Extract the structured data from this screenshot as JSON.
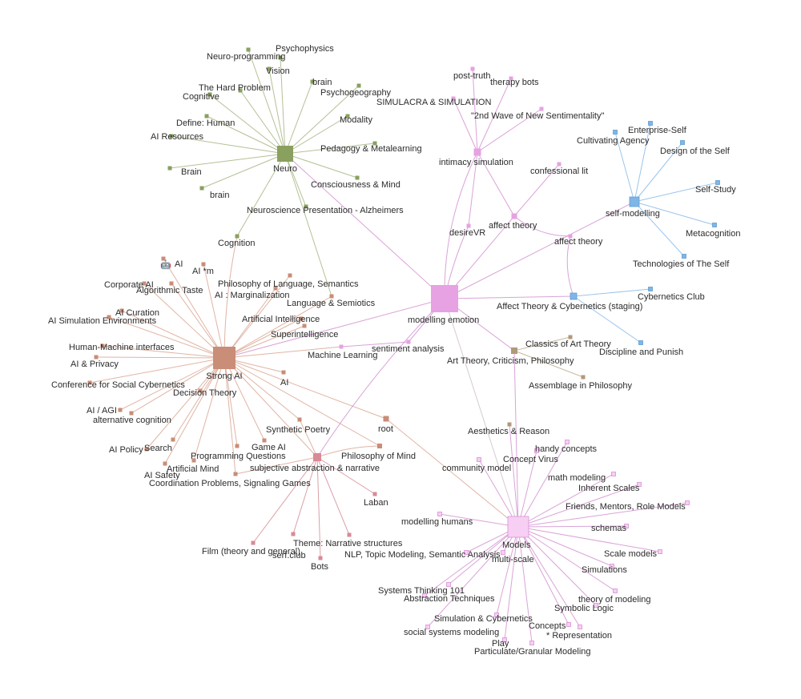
{
  "colors": {
    "green": "#8aa05f",
    "green_edge": "#9aac73",
    "salmon": "#c98d78",
    "salmon_edge": "#d59b86",
    "pink": "#e6a2e2",
    "pink_edge": "#cd84cb",
    "light_pink": "#f7cff4",
    "blue": "#7fb6e6",
    "blue_edge": "#79b2e3",
    "olive": "#b09a78",
    "olive_edge": "#b6a282",
    "rose": "#d88a96",
    "rose_edge": "#cf7f88",
    "grey_edge": "#c9b7c4"
  },
  "graph": {
    "nodes": [
      {
        "id": "neuro",
        "label": "Neuro",
        "group": "green",
        "hub": true
      },
      {
        "id": "psychophysics",
        "label": "Psychophysics",
        "group": "green"
      },
      {
        "id": "neuro-programming",
        "label": "Neuro-programming",
        "group": "green"
      },
      {
        "id": "vision",
        "label": "Vision",
        "group": "green"
      },
      {
        "id": "brain-1",
        "label": "brain",
        "group": "green"
      },
      {
        "id": "hard-problem",
        "label": "The Hard Problem",
        "group": "green"
      },
      {
        "id": "psychogeography",
        "label": "Psychogeography",
        "group": "green"
      },
      {
        "id": "cognitive",
        "label": "Cognitive",
        "group": "green"
      },
      {
        "id": "modality",
        "label": "Modality",
        "group": "green"
      },
      {
        "id": "define-human",
        "label": "Define: Human",
        "group": "green"
      },
      {
        "id": "ai-resources",
        "label": "AI Resources",
        "group": "green"
      },
      {
        "id": "pedagogy",
        "label": "Pedagogy & Metalearning",
        "group": "green"
      },
      {
        "id": "brain-cap",
        "label": "Brain",
        "group": "green"
      },
      {
        "id": "consciousness",
        "label": "Consciousness & Mind",
        "group": "green"
      },
      {
        "id": "brain-2",
        "label": "brain",
        "group": "green"
      },
      {
        "id": "neuro-alz",
        "label": "Neuroscience Presentation - Alzheimers",
        "group": "green"
      },
      {
        "id": "cognition",
        "label": "Cognition",
        "group": "green"
      },
      {
        "id": "strong-ai",
        "label": "Strong AI",
        "group": "salmon",
        "hub": true
      },
      {
        "id": "ai-robot",
        "label": "AI",
        "group": "salmon"
      },
      {
        "id": "ai-m",
        "label": "AI *m",
        "group": "salmon"
      },
      {
        "id": "corporate-ai",
        "label": "Corporate AI",
        "group": "salmon"
      },
      {
        "id": "algorithmic-taste",
        "label": "Algorithmic Taste",
        "group": "salmon"
      },
      {
        "id": "phil-language",
        "label": "Philosophy of Language, Semantics",
        "group": "salmon"
      },
      {
        "id": "ai-marginalization",
        "label": "AI : Marginalization",
        "group": "salmon"
      },
      {
        "id": "ai-curation",
        "label": "AI Curation",
        "group": "salmon"
      },
      {
        "id": "ai-sim-env",
        "label": "AI Simulation Environments",
        "group": "salmon"
      },
      {
        "id": "language-semiotics",
        "label": "Language & Semiotics",
        "group": "salmon"
      },
      {
        "id": "artificial-intelligence",
        "label": "Artificial Intelligence",
        "group": "salmon"
      },
      {
        "id": "superintelligence",
        "label": "Superintelligence",
        "group": "salmon"
      },
      {
        "id": "human-machine",
        "label": "Human-Machine interfaces",
        "group": "salmon"
      },
      {
        "id": "ai-privacy",
        "label": "AI & Privacy",
        "group": "salmon"
      },
      {
        "id": "ai-plain",
        "label": "AI",
        "group": "salmon"
      },
      {
        "id": "conf-social-cyb",
        "label": "Conference for Social Cybernetics",
        "group": "salmon"
      },
      {
        "id": "decision-theory",
        "label": "Decision Theory",
        "group": "salmon"
      },
      {
        "id": "ai-agi",
        "label": "AI / AGI",
        "group": "salmon"
      },
      {
        "id": "alt-cognition",
        "label": "alternative cognition",
        "group": "salmon"
      },
      {
        "id": "synthetic-poetry",
        "label": "Synthetic Poetry",
        "group": "salmon"
      },
      {
        "id": "search",
        "label": "Search",
        "group": "salmon"
      },
      {
        "id": "ai-policy",
        "label": "AI Policy",
        "group": "salmon"
      },
      {
        "id": "game-ai",
        "label": "Game AI",
        "group": "salmon"
      },
      {
        "id": "programming-q",
        "label": "Programming Questions",
        "group": "salmon"
      },
      {
        "id": "artificial-mind",
        "label": "Artificial Mind",
        "group": "salmon"
      },
      {
        "id": "ai-safety",
        "label": "AI Safety",
        "group": "salmon"
      },
      {
        "id": "coordination",
        "label": "Coordination Problems, Signaling Games",
        "group": "salmon"
      },
      {
        "id": "phil-mind",
        "label": "Philosophy of Mind",
        "group": "salmon"
      },
      {
        "id": "root",
        "label": "root",
        "group": "salmon"
      },
      {
        "id": "subjective",
        "label": "subjective abstraction & narrative",
        "group": "rose"
      },
      {
        "id": "laban",
        "label": "Laban",
        "group": "rose"
      },
      {
        "id": "film",
        "label": "Film (theory and general)",
        "group": "rose"
      },
      {
        "id": "serf-club",
        "label": "serf.club",
        "group": "rose"
      },
      {
        "id": "narrative",
        "label": "Theme: Narrative structures",
        "group": "rose"
      },
      {
        "id": "bots",
        "label": "Bots",
        "group": "rose"
      },
      {
        "id": "modelling-emotion",
        "label": "modelling emotion",
        "group": "pink",
        "hub": true
      },
      {
        "id": "post-truth",
        "label": "post-truth",
        "group": "pink"
      },
      {
        "id": "therapy-bots",
        "label": "therapy bots",
        "group": "pink"
      },
      {
        "id": "simulacra",
        "label": "SIMULACRA & SIMULATION",
        "group": "pink"
      },
      {
        "id": "second-wave",
        "label": "\"2nd Wave of New Sentimentality\"",
        "group": "pink"
      },
      {
        "id": "intimacy",
        "label": "intimacy simulation",
        "group": "pink"
      },
      {
        "id": "confessional",
        "label": "confessional lit",
        "group": "pink"
      },
      {
        "id": "desirevr",
        "label": "desireVR",
        "group": "pink"
      },
      {
        "id": "affect-theory-1",
        "label": "affect theory",
        "group": "pink"
      },
      {
        "id": "affect-theory-2",
        "label": "affect theory",
        "group": "pink"
      },
      {
        "id": "machine-learning",
        "label": "Machine Learning",
        "group": "pink"
      },
      {
        "id": "sentiment",
        "label": "sentiment analysis",
        "group": "pink"
      },
      {
        "id": "self-modelling",
        "label": "self-modelling",
        "group": "blue",
        "hub": true
      },
      {
        "id": "enterprise-self",
        "label": "Enterprise-Self",
        "group": "blue"
      },
      {
        "id": "cultivating-agency",
        "label": "Cultivating Agency",
        "group": "blue"
      },
      {
        "id": "design-self",
        "label": "Design of the Self",
        "group": "blue"
      },
      {
        "id": "self-study",
        "label": "Self-Study",
        "group": "blue"
      },
      {
        "id": "metacognition",
        "label": "Metacognition",
        "group": "blue"
      },
      {
        "id": "technologies-self",
        "label": "Technologies of The Self",
        "group": "blue"
      },
      {
        "id": "cybernetics-club",
        "label": "Cybernetics Club",
        "group": "blue"
      },
      {
        "id": "affect-cybernetics",
        "label": "Affect Theory & Cybernetics (staging)",
        "group": "blue"
      },
      {
        "id": "discipline-punish",
        "label": "Discipline and Punish",
        "group": "blue"
      },
      {
        "id": "art-theory",
        "label": "Art Theory, Criticism, Philosophy",
        "group": "olive"
      },
      {
        "id": "classics-art",
        "label": "Classics of Art Theory",
        "group": "olive"
      },
      {
        "id": "assemblage",
        "label": "Assemblage in Philosophy",
        "group": "olive"
      },
      {
        "id": "aesthetics",
        "label": "Aesthetics & Reason",
        "group": "olive"
      },
      {
        "id": "models",
        "label": "Models",
        "group": "light_pink",
        "hub": true
      },
      {
        "id": "handy-concepts",
        "label": "handy concepts",
        "group": "light_pink"
      },
      {
        "id": "concept-virus",
        "label": "Concept Virus",
        "group": "light_pink"
      },
      {
        "id": "community-model",
        "label": "community model",
        "group": "light_pink"
      },
      {
        "id": "math-modeling",
        "label": "math modeling",
        "group": "light_pink"
      },
      {
        "id": "inherent-scales",
        "label": "Inherent Scales",
        "group": "light_pink"
      },
      {
        "id": "friends-mentors",
        "label": "Friends, Mentors, Role Models",
        "group": "light_pink"
      },
      {
        "id": "modelling-humans",
        "label": "modelling humans",
        "group": "light_pink"
      },
      {
        "id": "schemas",
        "label": "schemas",
        "group": "light_pink"
      },
      {
        "id": "multi-scale",
        "label": "multi-scale",
        "group": "light_pink"
      },
      {
        "id": "scale-models",
        "label": "Scale models",
        "group": "light_pink"
      },
      {
        "id": "nlp-topic",
        "label": "NLP, Topic Modeling, Semantic Analysis",
        "group": "light_pink"
      },
      {
        "id": "simulations",
        "label": "Simulations",
        "group": "light_pink"
      },
      {
        "id": "systems-thinking",
        "label": "Systems Thinking 101",
        "group": "light_pink"
      },
      {
        "id": "abstraction-tech",
        "label": "Abstraction Techniques",
        "group": "light_pink"
      },
      {
        "id": "theory-modeling",
        "label": "theory of modeling",
        "group": "light_pink"
      },
      {
        "id": "symbolic-logic",
        "label": "Symbolic Logic",
        "group": "light_pink"
      },
      {
        "id": "sim-cybernetics",
        "label": "Simulation & Cybernetics",
        "group": "light_pink"
      },
      {
        "id": "concepts",
        "label": "Concepts",
        "group": "light_pink"
      },
      {
        "id": "social-systems",
        "label": "social systems modeling",
        "group": "light_pink"
      },
      {
        "id": "representation",
        "label": "* Representation",
        "group": "light_pink"
      },
      {
        "id": "play",
        "label": "Play",
        "group": "light_pink"
      },
      {
        "id": "particulate",
        "label": "Particulate/Granular Modeling",
        "group": "light_pink"
      }
    ],
    "edges": [
      [
        "psychophysics",
        "neuro"
      ],
      [
        "neuro-programming",
        "neuro"
      ],
      [
        "vision",
        "neuro"
      ],
      [
        "brain-1",
        "neuro"
      ],
      [
        "hard-problem",
        "neuro"
      ],
      [
        "psychogeography",
        "neuro"
      ],
      [
        "cognitive",
        "neuro"
      ],
      [
        "modality",
        "neuro"
      ],
      [
        "define-human",
        "neuro"
      ],
      [
        "ai-resources",
        "neuro"
      ],
      [
        "pedagogy",
        "neuro"
      ],
      [
        "brain-cap",
        "neuro"
      ],
      [
        "consciousness",
        "neuro"
      ],
      [
        "brain-2",
        "neuro"
      ],
      [
        "neuro-alz",
        "neuro"
      ],
      [
        "cognition",
        "neuro"
      ],
      [
        "neuro",
        "modelling-emotion"
      ],
      [
        "neuro",
        "language-semiotics"
      ],
      [
        "ai-robot",
        "strong-ai"
      ],
      [
        "ai-m",
        "strong-ai"
      ],
      [
        "corporate-ai",
        "strong-ai"
      ],
      [
        "algorithmic-taste",
        "strong-ai"
      ],
      [
        "phil-language",
        "strong-ai"
      ],
      [
        "ai-marginalization",
        "strong-ai"
      ],
      [
        "ai-curation",
        "strong-ai"
      ],
      [
        "ai-sim-env",
        "strong-ai"
      ],
      [
        "language-semiotics",
        "strong-ai"
      ],
      [
        "artificial-intelligence",
        "strong-ai"
      ],
      [
        "superintelligence",
        "strong-ai"
      ],
      [
        "human-machine",
        "strong-ai"
      ],
      [
        "ai-privacy",
        "strong-ai"
      ],
      [
        "ai-plain",
        "strong-ai"
      ],
      [
        "conf-social-cyb",
        "strong-ai"
      ],
      [
        "decision-theory",
        "strong-ai"
      ],
      [
        "ai-agi",
        "strong-ai"
      ],
      [
        "alt-cognition",
        "strong-ai"
      ],
      [
        "synthetic-poetry",
        "strong-ai"
      ],
      [
        "search",
        "strong-ai"
      ],
      [
        "ai-policy",
        "strong-ai"
      ],
      [
        "game-ai",
        "strong-ai"
      ],
      [
        "programming-q",
        "strong-ai"
      ],
      [
        "artificial-mind",
        "strong-ai"
      ],
      [
        "ai-safety",
        "strong-ai"
      ],
      [
        "coordination",
        "strong-ai"
      ],
      [
        "phil-mind",
        "strong-ai"
      ],
      [
        "strong-ai",
        "cognition"
      ],
      [
        "strong-ai",
        "modelling-emotion"
      ],
      [
        "strong-ai",
        "machine-learning"
      ],
      [
        "strong-ai",
        "subjective"
      ],
      [
        "root",
        "strong-ai"
      ],
      [
        "root",
        "models"
      ],
      [
        "subjective",
        "laban"
      ],
      [
        "subjective",
        "film"
      ],
      [
        "subjective",
        "serf-club"
      ],
      [
        "subjective",
        "narrative"
      ],
      [
        "subjective",
        "bots"
      ],
      [
        "phil-mind",
        "subjective"
      ],
      [
        "synthetic-poetry",
        "subjective"
      ],
      [
        "subjective",
        "modelling-emotion"
      ],
      [
        "coordination",
        "subjective"
      ],
      [
        "post-truth",
        "intimacy"
      ],
      [
        "therapy-bots",
        "intimacy"
      ],
      [
        "simulacra",
        "intimacy"
      ],
      [
        "second-wave",
        "intimacy"
      ],
      [
        "intimacy",
        "modelling-emotion"
      ],
      [
        "intimacy",
        "affect-theory-1"
      ],
      [
        "desirevr",
        "modelling-emotion"
      ],
      [
        "intimacy",
        "desirevr"
      ],
      [
        "confessional",
        "affect-theory-1"
      ],
      [
        "affect-theory-1",
        "modelling-emotion"
      ],
      [
        "affect-theory-2",
        "affect-theory-1"
      ],
      [
        "affect-theory-2",
        "affect-cybernetics"
      ],
      [
        "machine-learning",
        "sentiment"
      ],
      [
        "sentiment",
        "modelling-emotion"
      ],
      [
        "modelling-emotion",
        "affect-cybernetics"
      ],
      [
        "enterprise-self",
        "self-modelling"
      ],
      [
        "cultivating-agency",
        "self-modelling"
      ],
      [
        "design-self",
        "self-modelling"
      ],
      [
        "self-study",
        "self-modelling"
      ],
      [
        "metacognition",
        "self-modelling"
      ],
      [
        "technologies-self",
        "self-modelling"
      ],
      [
        "self-modelling",
        "modelling-emotion"
      ],
      [
        "cybernetics-club",
        "affect-cybernetics"
      ],
      [
        "discipline-punish",
        "affect-cybernetics"
      ],
      [
        "art-theory",
        "modelling-emotion"
      ],
      [
        "art-theory",
        "classics-art"
      ],
      [
        "art-theory",
        "assemblage"
      ],
      [
        "art-theory",
        "models"
      ],
      [
        "aesthetics",
        "models"
      ],
      [
        "modelling-emotion",
        "models"
      ],
      [
        "handy-concepts",
        "models"
      ],
      [
        "concept-virus",
        "models"
      ],
      [
        "community-model",
        "models"
      ],
      [
        "math-modeling",
        "models"
      ],
      [
        "inherent-scales",
        "models"
      ],
      [
        "friends-mentors",
        "models"
      ],
      [
        "modelling-humans",
        "models"
      ],
      [
        "schemas",
        "models"
      ],
      [
        "multi-scale",
        "models"
      ],
      [
        "scale-models",
        "models"
      ],
      [
        "nlp-topic",
        "models"
      ],
      [
        "simulations",
        "models"
      ],
      [
        "systems-thinking",
        "models"
      ],
      [
        "abstraction-tech",
        "models"
      ],
      [
        "theory-modeling",
        "models"
      ],
      [
        "symbolic-logic",
        "models"
      ],
      [
        "sim-cybernetics",
        "models"
      ],
      [
        "concepts",
        "models"
      ],
      [
        "social-systems",
        "models"
      ],
      [
        "representation",
        "models"
      ],
      [
        "play",
        "models"
      ],
      [
        "particulate",
        "models"
      ]
    ]
  }
}
